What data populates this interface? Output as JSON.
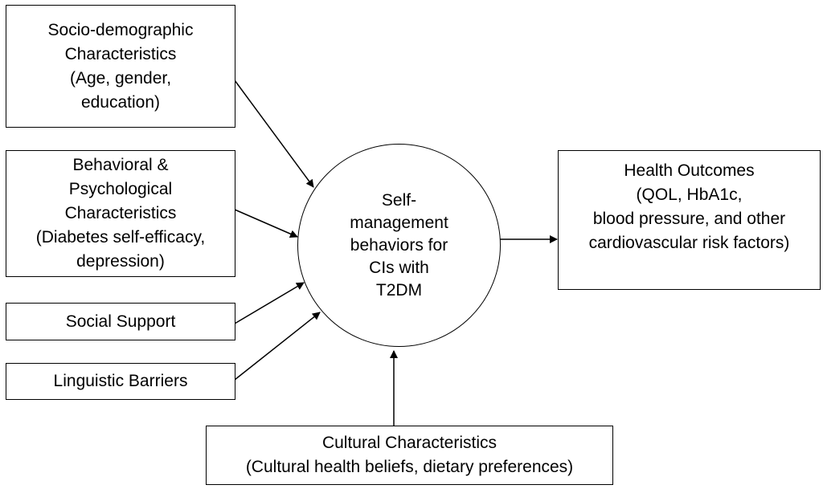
{
  "colors": {
    "line": "#000000",
    "background": "#ffffff"
  },
  "nodes": {
    "socio": {
      "lines": [
        "Socio-demographic",
        "Characteristics",
        "(Age, gender,",
        "education)"
      ]
    },
    "behavioral": {
      "lines": [
        "Behavioral &",
        "Psychological",
        "Characteristics",
        "(Diabetes self-efficacy,",
        "depression)"
      ]
    },
    "social": {
      "lines": [
        "Social Support"
      ]
    },
    "linguistic": {
      "lines": [
        "Linguistic Barriers"
      ]
    },
    "center": {
      "lines": [
        "Self-",
        "management",
        "behaviors for",
        "CIs with",
        "T2DM"
      ]
    },
    "outcomes": {
      "lines": [
        "Health Outcomes",
        "(QOL, HbA1c,",
        "blood pressure, and other",
        "cardiovascular risk factors)"
      ]
    },
    "cultural": {
      "lines": [
        "Cultural Characteristics",
        "(Cultural health beliefs, dietary preferences)"
      ]
    }
  }
}
